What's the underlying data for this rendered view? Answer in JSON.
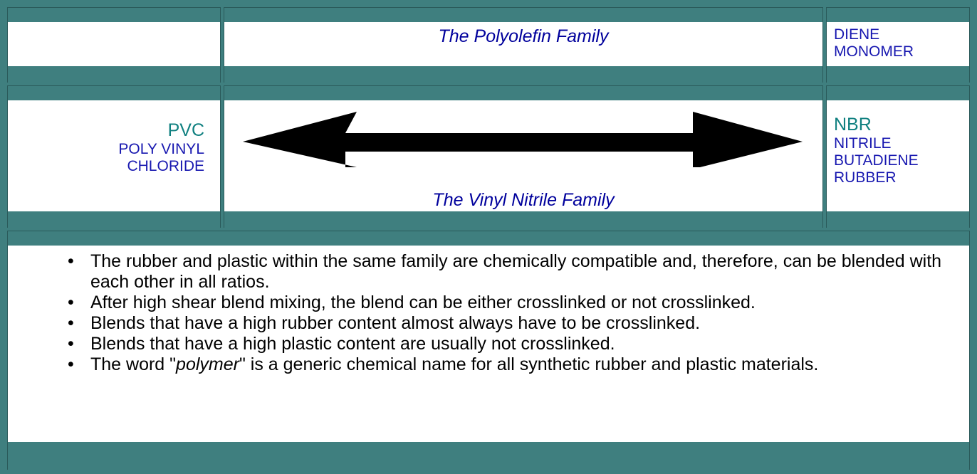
{
  "header_row": {
    "center_title": "The Polyolefin Family",
    "right_label_line1": "DIENE",
    "right_label_line2": "MONOMER"
  },
  "middle_row": {
    "left_abbrev": "PVC",
    "left_name_line1": "POLY VINYL",
    "left_name_line2": "CHLORIDE",
    "center_title": "The Vinyl Nitrile Family",
    "right_abbrev": "NBR",
    "right_name_line1": "NITRILE",
    "right_name_line2": "BUTADIENE",
    "right_name_line3": "RUBBER"
  },
  "notes": {
    "bullet_glyph": "•",
    "b1": "The rubber and plastic within the same family are chemically compatible and, therefore, can be blended with each other in all ratios.",
    "b2": "After high shear blend mixing, the blend can be either crosslinked or not crosslinked.",
    "b3": "Blends that have a high rubber content almost always have to be crosslinked.",
    "b4": "Blends that have a high plastic content are usually not crosslinked.",
    "b5_pre": "The word \"",
    "b5_em": "polymer",
    "b5_post": "\" is a generic chemical name for all synthetic rubber and plastic materials."
  },
  "colors": {
    "frame": "#3f7f7f",
    "title_navy": "#00009c",
    "label_navy": "#1818b0",
    "abbrev_teal": "#108080"
  },
  "icons": {
    "arrow": "double-headed-arrow-icon"
  }
}
